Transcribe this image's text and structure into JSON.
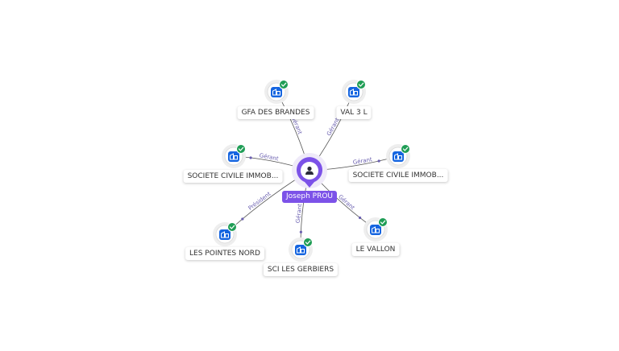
{
  "colors": {
    "center": "#7c52e8",
    "company_icon": "#1565e0",
    "check": "#1f9d55",
    "edge": "#555555",
    "edge_label": "#6a5fb0"
  },
  "center": {
    "name": "Joseph PROU",
    "icon": "person-icon"
  },
  "companies": [
    {
      "name": "GFA DES BRANDES",
      "role": "Gérant",
      "icon": "building-icon",
      "verified": true
    },
    {
      "name": "VAL 3 L",
      "role": "Gérant",
      "icon": "building-icon",
      "verified": true
    },
    {
      "name": "SOCIETE CIVILE IMMOB...",
      "role": "Gérant",
      "icon": "building-icon",
      "verified": true
    },
    {
      "name": "SOCIETE CIVILE IMMOB...",
      "role": "Gérant",
      "icon": "building-icon",
      "verified": true
    },
    {
      "name": "LES POINTES NORD",
      "role": "Président",
      "icon": "building-icon",
      "verified": true
    },
    {
      "name": "SCI LES GERBIERS",
      "role": "Gérant",
      "icon": "building-icon",
      "verified": true
    },
    {
      "name": "LE VALLON",
      "role": "Gérant",
      "icon": "building-icon",
      "verified": true
    }
  ]
}
